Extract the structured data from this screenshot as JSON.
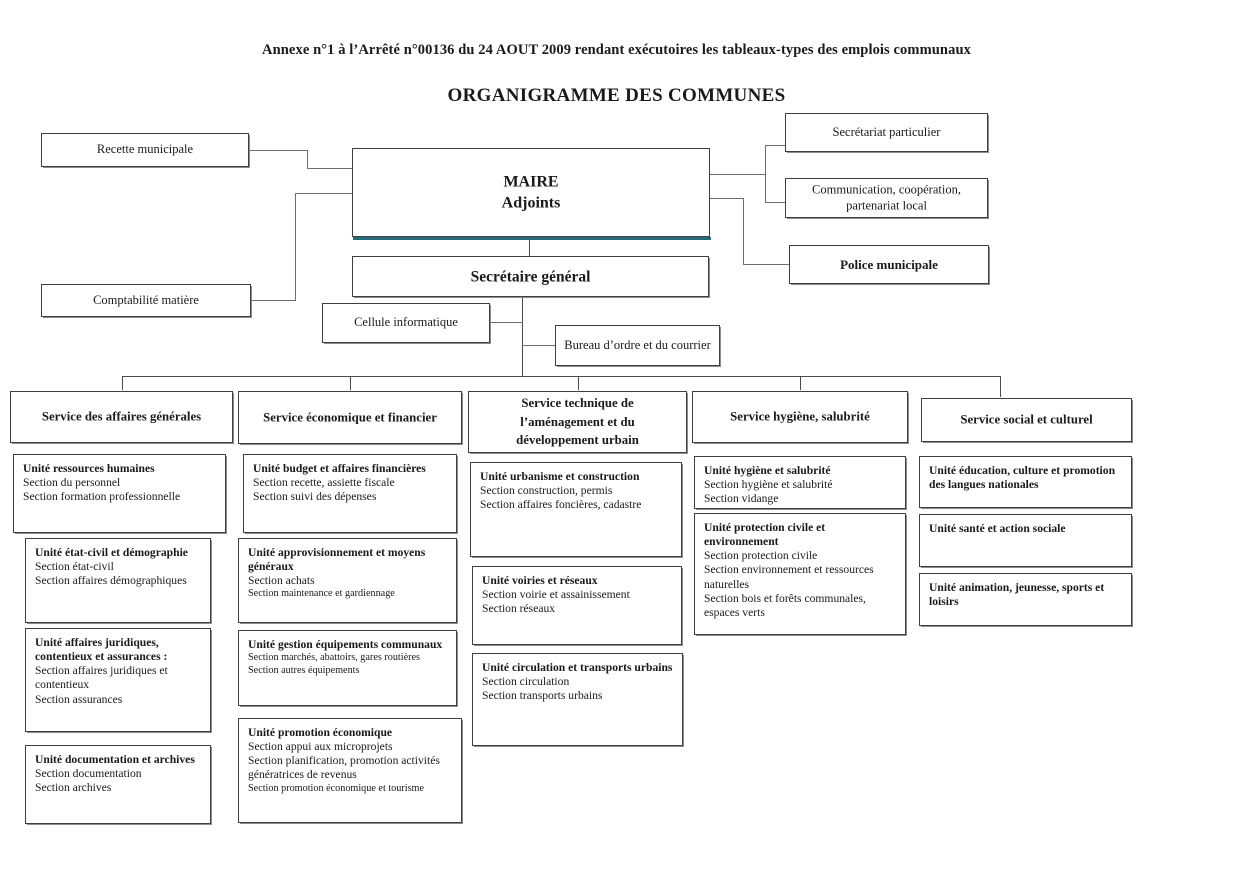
{
  "document": {
    "annex_line": "Annexe n°1 à l’Arrêté n°00136 du 24 AOUT 2009 rendant exécutoires les tableaux-types des emplois communaux",
    "chart_title": "ORGANIGRAMME DES COMMUNES",
    "accent_color": "#246a7a",
    "border_color": "#3f3f3f",
    "shadow_color": "#8d8d8d",
    "background_color": "#ffffff"
  },
  "top": {
    "maire_line1": "MAIRE",
    "maire_line2": "Adjoints",
    "secretaire_general": "Secrétaire général",
    "left_boxes": [
      {
        "label": "Recette municipale"
      },
      {
        "label": "Comptabilité matière"
      }
    ],
    "right_boxes": [
      {
        "label": "Secrétariat particulier"
      },
      {
        "label": "Communication, coopération, partenariat local"
      },
      {
        "label": "Police municipale"
      }
    ],
    "staff_boxes": [
      {
        "label": "Cellule informatique"
      },
      {
        "label": "Bureau d’ordre et du courrier"
      }
    ]
  },
  "services": [
    {
      "header": "Service des affaires générales",
      "units": [
        {
          "title": "Unité ressources humaines",
          "sections": [
            "Section du personnel",
            "Section formation professionnelle"
          ]
        },
        {
          "title": "Unité état-civil et démographie",
          "sections": [
            "Section état-civil",
            "Section affaires démographiques"
          ]
        },
        {
          "title": "Unité affaires juridiques, contentieux et assurances :",
          "sections": [
            "Section affaires juridiques et contentieux",
            "Section assurances"
          ]
        },
        {
          "title": "Unité documentation et archives",
          "sections": [
            "Section documentation",
            "Section archives"
          ]
        }
      ]
    },
    {
      "header": "Service économique et financier",
      "units": [
        {
          "title": "Unité budget et affaires financières",
          "sections": [
            "Section recette, assiette fiscale",
            "Section suivi des dépenses"
          ]
        },
        {
          "title": "Unité approvisionnement et moyens généraux",
          "sections": [
            "Section achats",
            "Section maintenance et gardiennage"
          ]
        },
        {
          "title": "Unité gestion équipements communaux",
          "sections": [
            "Section marchés, abattoirs, gares routières",
            "Section autres équipements"
          ]
        },
        {
          "title": "Unité promotion économique",
          "sections": [
            "Section appui aux microprojets",
            "Section planification, promotion activités génératrices de revenus",
            "Section promotion économique et tourisme"
          ]
        }
      ]
    },
    {
      "header": "Service technique de l’aménagement et du développement urbain",
      "units": [
        {
          "title": "Unité urbanisme et construction",
          "sections": [
            "Section construction, permis",
            "Section affaires foncières, cadastre"
          ]
        },
        {
          "title": "Unité voiries et réseaux",
          "sections": [
            "Section voirie et assainissement",
            "Section réseaux"
          ]
        },
        {
          "title": "Unité circulation et transports urbains",
          "sections": [
            "Section circulation",
            "Section transports urbains"
          ]
        }
      ]
    },
    {
      "header": "Service hygiène, salubrité",
      "units": [
        {
          "title": "Unité hygiène et salubrité",
          "sections": [
            "Section hygiène et salubrité",
            "Section vidange"
          ]
        },
        {
          "title": "Unité protection civile et environnement",
          "sections": [
            "Section protection civile",
            "Section environnement et ressources naturelles",
            "Section bois et forêts communales, espaces verts"
          ]
        }
      ]
    },
    {
      "header": "Service social et culturel",
      "units": [
        {
          "title": "Unité éducation, culture et promotion des langues nationales",
          "sections": []
        },
        {
          "title": "Unité santé et action sociale",
          "sections": []
        },
        {
          "title": "Unité animation, jeunesse, sports et loisirs",
          "sections": []
        }
      ]
    }
  ]
}
